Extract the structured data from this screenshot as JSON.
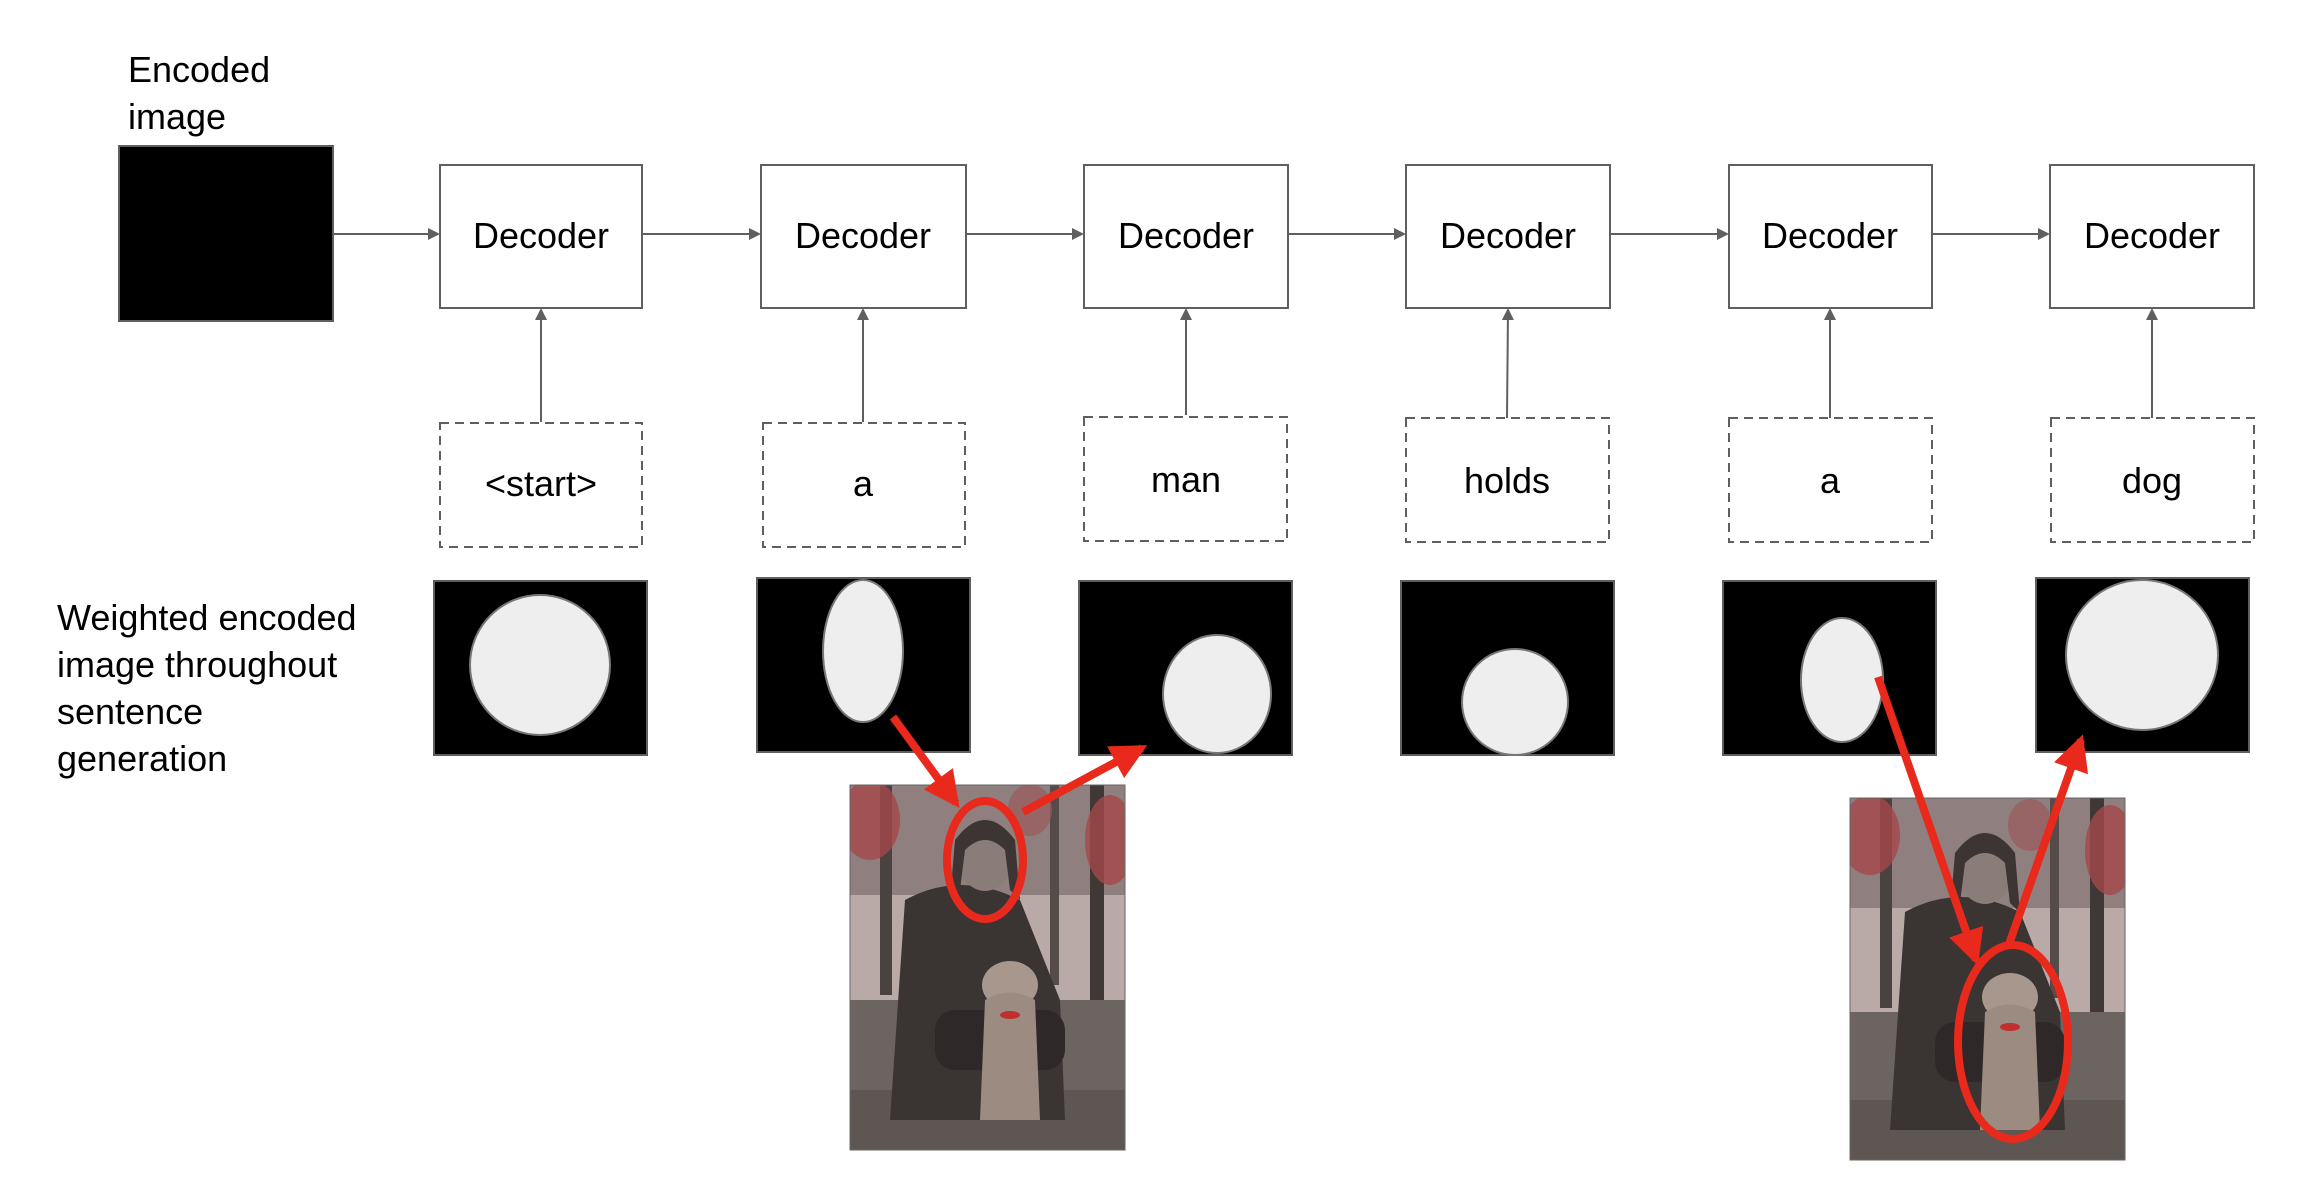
{
  "encoder": {
    "caption": "Encoded\nimage"
  },
  "attention": {
    "caption": "Weighted encoded\nimage throughout\nsentence\ngeneration"
  },
  "decoders": [
    {
      "label": "Decoder"
    },
    {
      "label": "Decoder"
    },
    {
      "label": "Decoder"
    },
    {
      "label": "Decoder"
    },
    {
      "label": "Decoder"
    },
    {
      "label": "Decoder"
    }
  ],
  "words": [
    {
      "label": "<start>"
    },
    {
      "label": "a"
    },
    {
      "label": "man"
    },
    {
      "label": "holds"
    },
    {
      "label": "a"
    },
    {
      "label": "dog"
    }
  ],
  "colors": {
    "box_stroke": "#5f5f5f",
    "arrow": "#5f5f5f",
    "attention_bg": "#000000",
    "attention_blob": "#eeeeee",
    "highlight": "#e8291c",
    "photo_sky": "#b9aaa8",
    "photo_foliage": "#a4474a",
    "photo_ground": "#5e5653"
  },
  "photos": [
    {
      "name": "photo-man-and-dog-head-focus",
      "highlight": "man-head"
    },
    {
      "name": "photo-man-and-dog-dog-focus",
      "highlight": "dog"
    }
  ]
}
